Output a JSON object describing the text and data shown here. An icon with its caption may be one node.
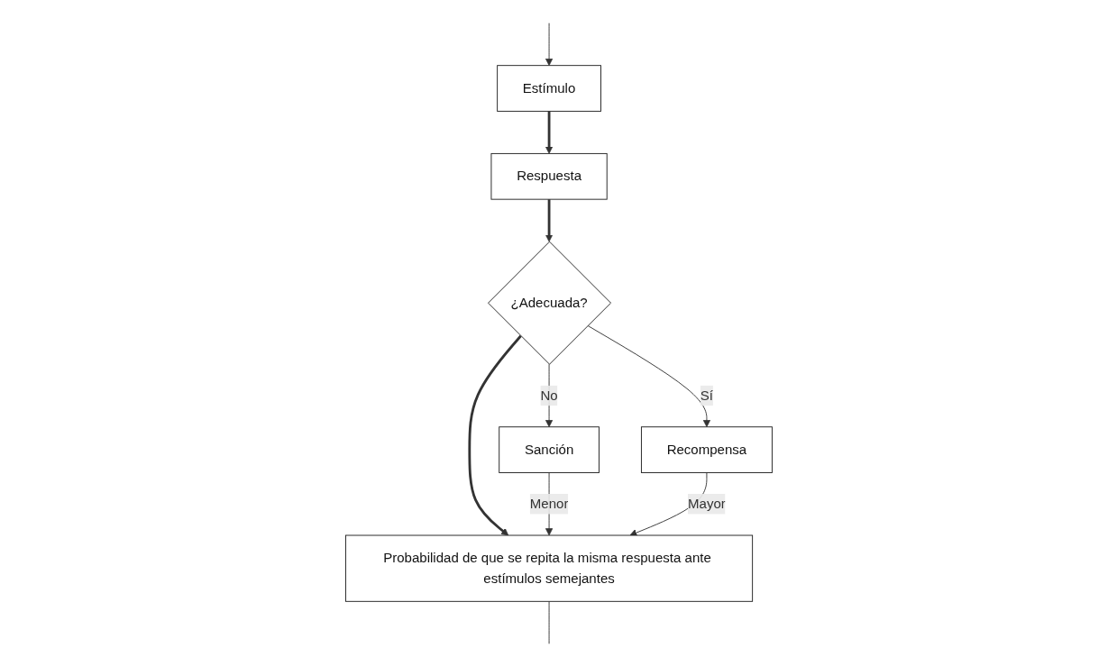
{
  "diagram": {
    "nodes": [
      {
        "text": [
          "Estímulo"
        ]
      },
      {
        "text": [
          "Respuesta"
        ]
      },
      {
        "text": [
          "¿Adecuada?"
        ]
      },
      {
        "text": [
          "Sanción"
        ]
      },
      {
        "text": [
          "Recompensa"
        ]
      },
      {
        "text": [
          "Probabilidad de que se repita la misma respuesta ante estímulos semejantes"
        ]
      }
    ],
    "edges": [
      {
        "from": null,
        "to": 0,
        "arrow": "to"
      },
      {
        "from": 0,
        "to": 1,
        "arrow": "to",
        "style": "thick"
      },
      {
        "from": 1,
        "to": 2,
        "arrow": "to",
        "style": "thick"
      },
      {
        "from": 2,
        "to": 3,
        "arrow": "to",
        "label": "No"
      },
      {
        "from": 2,
        "to": 4,
        "arrow": "to",
        "label": "Sí"
      },
      {
        "from": 2,
        "to": 5,
        "arrow": "to",
        "style": "thick"
      },
      {
        "from": 3,
        "to": 5,
        "arrow": "to",
        "label": "Menor"
      },
      {
        "from": 4,
        "to": 5,
        "arrow": "to",
        "label": "Mayor"
      },
      {
        "from": 5,
        "to": null,
        "arrow": "none"
      }
    ]
  }
}
